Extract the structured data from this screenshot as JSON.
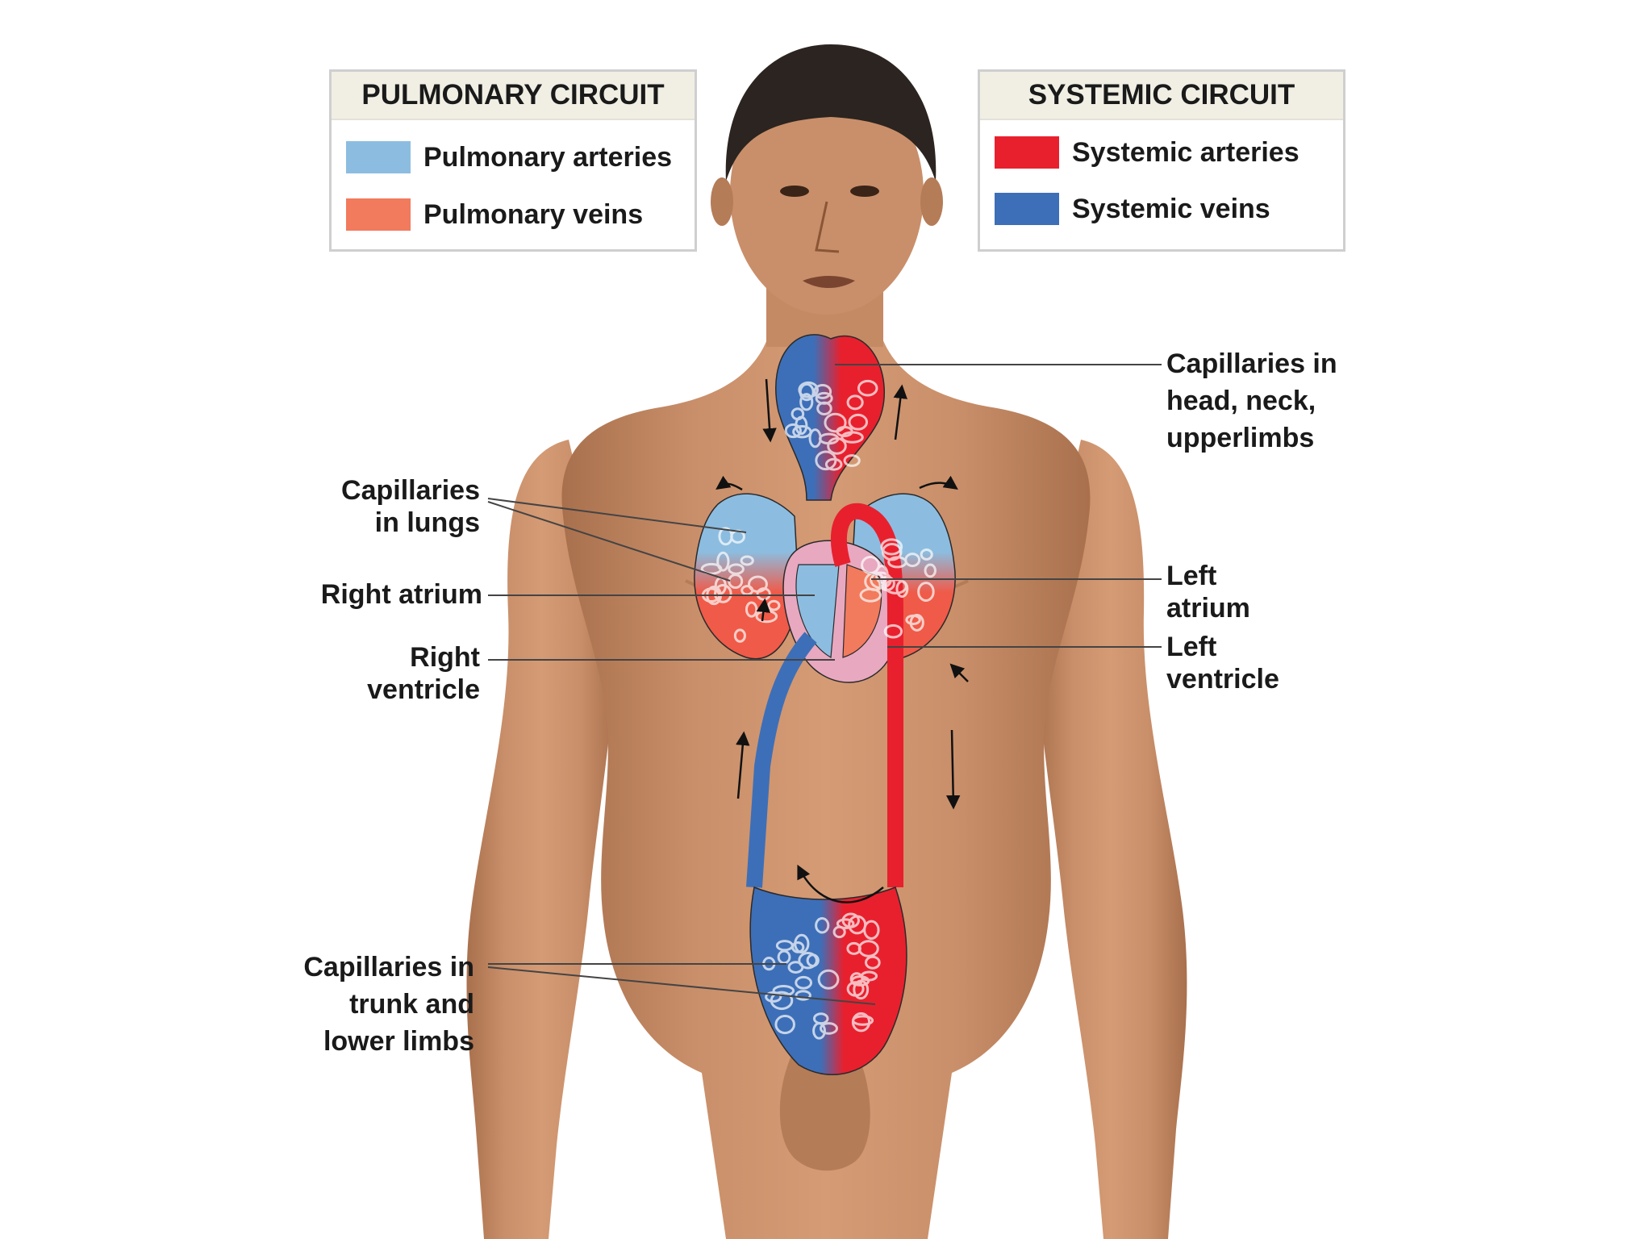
{
  "legends": {
    "pulmonary": {
      "title": "PULMONARY CIRCUIT",
      "items": [
        {
          "label": "Pulmonary arteries",
          "color": "#8cbde0"
        },
        {
          "label": "Pulmonary veins",
          "color": "#f27a5d"
        }
      ]
    },
    "systemic": {
      "title": "SYSTEMIC CIRCUIT",
      "items": [
        {
          "label": "Systemic arteries",
          "color": "#e8202e"
        },
        {
          "label": "Systemic veins",
          "color": "#3d6fb8"
        }
      ]
    }
  },
  "labels": {
    "capillaries_lungs": [
      "Capillaries",
      "in lungs"
    ],
    "right_atrium": [
      "Right atrium"
    ],
    "right_ventricle": [
      "Right",
      "ventricle"
    ],
    "capillaries_trunk": [
      "Capillaries in",
      "trunk and",
      "lower limbs"
    ],
    "capillaries_head": [
      "Capillaries in",
      "head, neck,",
      "upperlimbs"
    ],
    "left_atrium": [
      "Left",
      "atrium"
    ],
    "left_ventricle": [
      "Left",
      "ventricle"
    ]
  },
  "colors": {
    "skin": "#c98f6a",
    "skin_shadow": "#a9704d",
    "hair": "#2b2420",
    "systemic_artery": "#e8202e",
    "systemic_vein": "#3d6fb8",
    "pulmonary_artery": "#8cbde0",
    "pulmonary_vein": "#f27a5d",
    "heart_wall": "#e8a8c0"
  }
}
